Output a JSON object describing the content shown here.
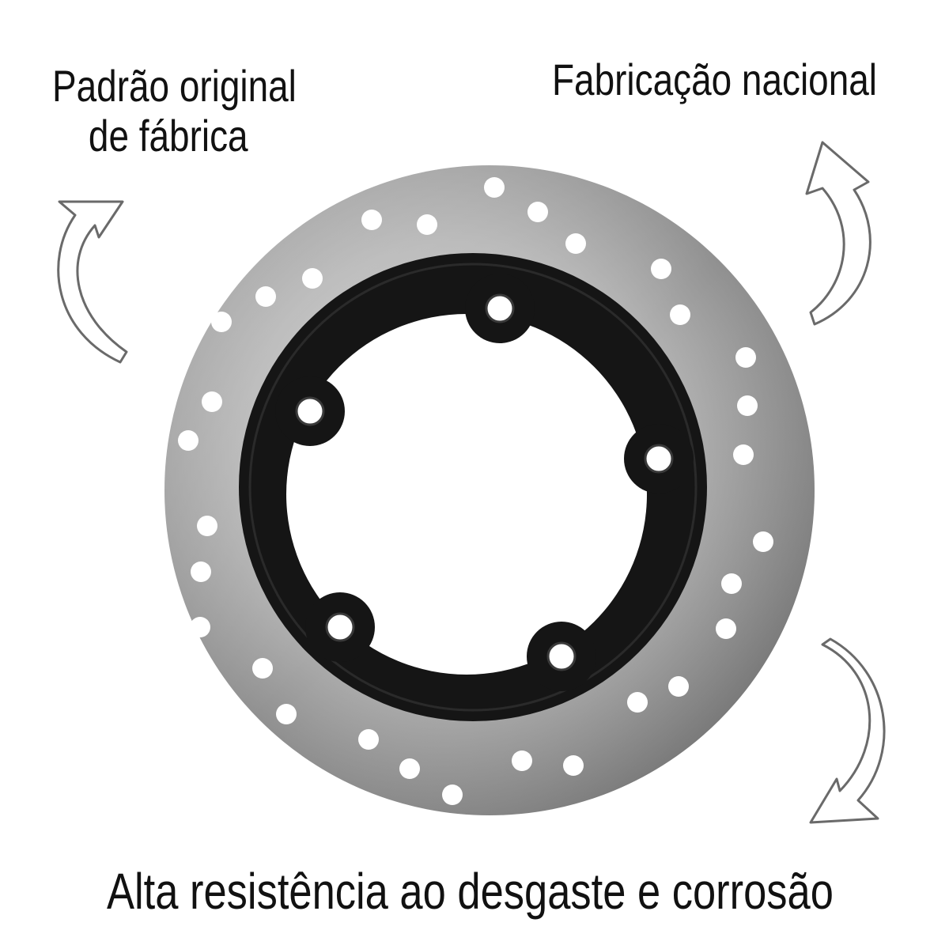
{
  "captions": {
    "top_left_line1": "Padrão original",
    "top_left_line2": "de fábrica",
    "top_right": "Fabricação nacional",
    "bottom": "Alta resistência ao desgaste e corrosão"
  },
  "colors": {
    "disc_light": "#c9c9c9",
    "disc_dark": "#7a7a7a",
    "carrier": "#151515",
    "arrow": "#6a6a6a",
    "text": "#111111"
  },
  "icons": [
    "curved-arrow-icon",
    "brake-disc-image"
  ]
}
